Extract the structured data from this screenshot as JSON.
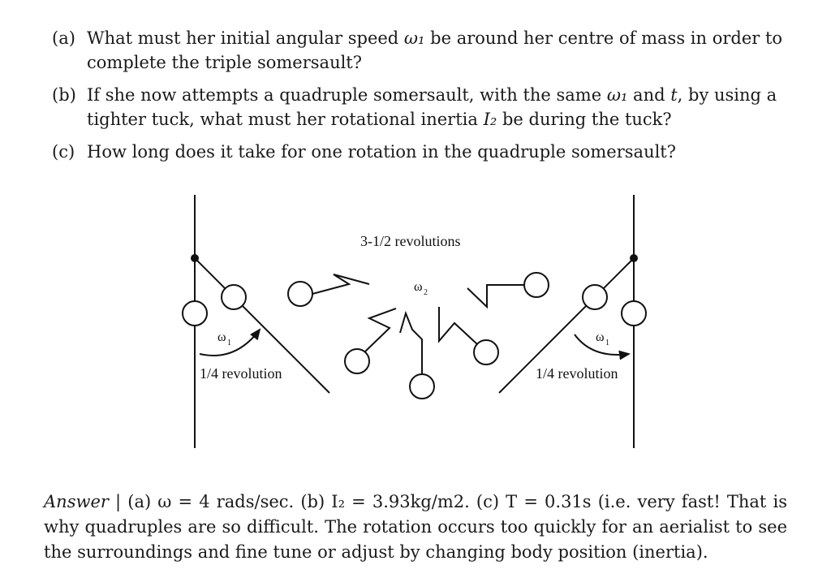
{
  "questions": [
    {
      "label": "(a)",
      "parts": [
        "What must her initial angular speed ",
        "ω₁",
        " be around her centre of mass in order to complete the triple somersault?"
      ]
    },
    {
      "label": "(b)",
      "parts": [
        "If she now attempts a quadruple somersault, with the same ",
        "ω₁",
        " and ",
        "t",
        ", by using a tighter tuck, what must her rotational inertia ",
        "I₂",
        " be during the tuck?"
      ]
    },
    {
      "label": "(c)",
      "parts": [
        "How long does it take for one rotation in the quadruple somersault?"
      ]
    }
  ],
  "diagram": {
    "top_label": "3-1/2 revolutions",
    "omega_center": "ω",
    "omega_center_sub": "2",
    "omega_left": "ω",
    "omega_left_sub": "1",
    "omega_right": "ω",
    "omega_right_sub": "1",
    "left_label": "1/4 revolution",
    "right_label": "1/4 revolution"
  },
  "answer": {
    "prefix": "Answer",
    "separator": "|",
    "text_a": "(a) ω = 4 rads/sec.",
    "text_b": "(b) I₂ = 3.93kg/m2.",
    "text_c": "(c) T = 0.31s",
    "text_rest": "(i.e. very fast! That is why quadruples are so difficult. The rotation occurs too quickly for an aerialist to see the surroundings and fine tune or adjust by changing body position (inertia)."
  }
}
